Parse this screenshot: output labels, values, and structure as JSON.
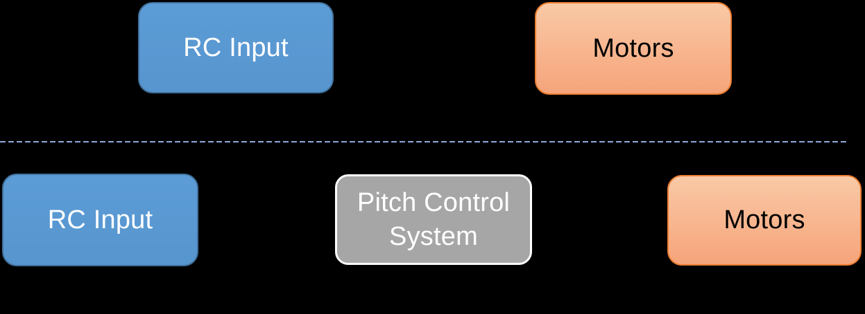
{
  "diagram": {
    "background": "#000000",
    "divider": {
      "style": "dashed",
      "color": "#8EA9DB"
    },
    "top_row": {
      "rc_input": {
        "label": "RC Input",
        "fill": "#5B9BD5",
        "border": "#41719C",
        "text_color": "#FFFFFF"
      },
      "motors": {
        "label": "Motors",
        "fill_top": "#F9C9A6",
        "fill_bottom": "#F6A47A",
        "border": "#ED7D31",
        "text_color": "#000000"
      }
    },
    "bottom_row": {
      "rc_input": {
        "label": "RC Input",
        "fill": "#5B9BD5",
        "border": "#41719C",
        "text_color": "#FFFFFF"
      },
      "pitch_control_system": {
        "lines": [
          "Pitch Control",
          "System"
        ],
        "fill": "#A6A6A6",
        "border": "#FFFFFF",
        "text_color": "#FFFFFF"
      },
      "motors": {
        "label": "Motors",
        "fill_top": "#F9C9A6",
        "fill_bottom": "#F6A47A",
        "border": "#ED7D31",
        "text_color": "#000000"
      }
    }
  }
}
